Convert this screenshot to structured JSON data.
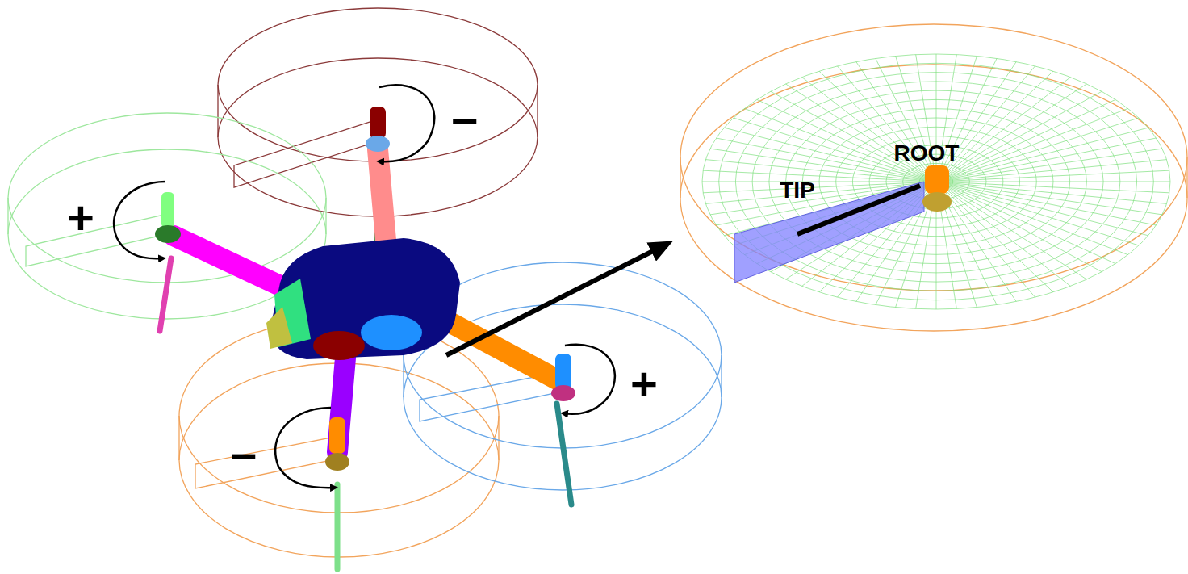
{
  "diagram": {
    "labels": [
      "−",
      "+",
      "+",
      "−",
      "ROOT",
      "TIP"
    ]
  }
}
